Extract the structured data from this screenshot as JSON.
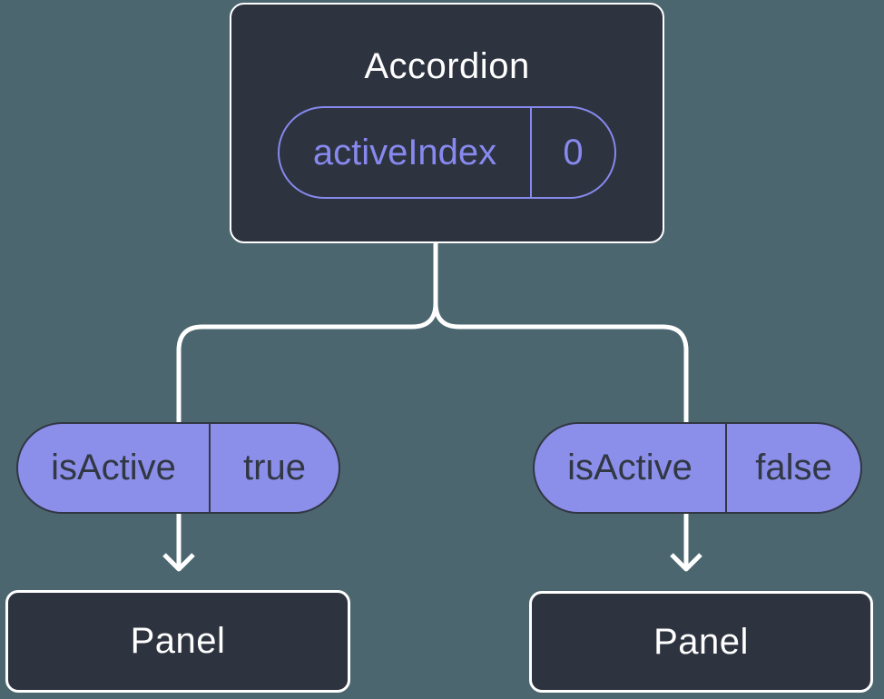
{
  "diagram": {
    "root": {
      "title": "Accordion",
      "state": {
        "name": "activeIndex",
        "value": "0"
      }
    },
    "branches": [
      {
        "prop": {
          "name": "isActive",
          "value": "true"
        },
        "child": {
          "title": "Panel"
        }
      },
      {
        "prop": {
          "name": "isActive",
          "value": "false"
        },
        "child": {
          "title": "Panel"
        }
      }
    ]
  },
  "colors": {
    "background": "#4c6670",
    "component_box_fill": "#2d333f",
    "component_box_border": "#ffffff",
    "component_text": "#ffffff",
    "prop_pill_fill": "#8b8fea",
    "prop_pill_text": "#313743",
    "state_pill_accent": "#8789ee",
    "connector": "#ffffff"
  },
  "icons": {
    "arrow_down": "chevron-style arrowhead"
  }
}
